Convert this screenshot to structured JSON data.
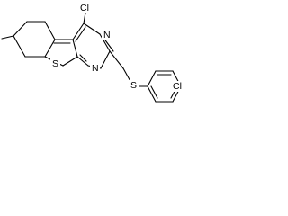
{
  "molecule": {
    "atoms": {
      "cl_top": "Cl",
      "n_upper": "N",
      "n_lower": "N",
      "s_ring": "S",
      "s_link": "S",
      "cl_right": "Cl"
    },
    "colors": {
      "bond": "#000000",
      "label": "#000000",
      "background": "#ffffff"
    }
  }
}
